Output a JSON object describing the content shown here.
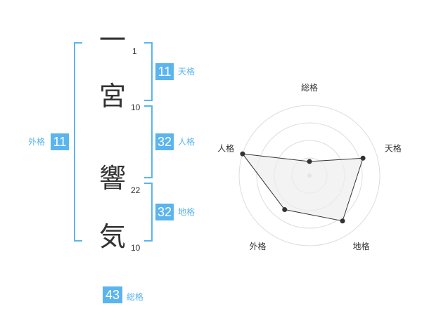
{
  "name": {
    "characters": [
      {
        "char": "一",
        "strokes": "1"
      },
      {
        "char": "宮",
        "strokes": "10"
      },
      {
        "char": "響",
        "strokes": "22"
      },
      {
        "char": "気",
        "strokes": "10"
      }
    ]
  },
  "fortunes": {
    "tenkaku": {
      "value": "11",
      "label": "天格"
    },
    "jinkaku": {
      "value": "32",
      "label": "人格"
    },
    "chikaku": {
      "value": "32",
      "label": "地格"
    },
    "gaikaku": {
      "value": "11",
      "label": "外格"
    },
    "soukaku": {
      "value": "43",
      "label": "総格"
    }
  },
  "colors": {
    "accent": "#5ab4ee",
    "text": "#333333",
    "radar_fill": "#eeeeee",
    "radar_grid": "#dddddd"
  },
  "chart_data": {
    "type": "radar",
    "axes": [
      "総格",
      "天格",
      "地格",
      "外格",
      "人格"
    ],
    "values": [
      1,
      4,
      4,
      3,
      5
    ],
    "max": 5
  }
}
